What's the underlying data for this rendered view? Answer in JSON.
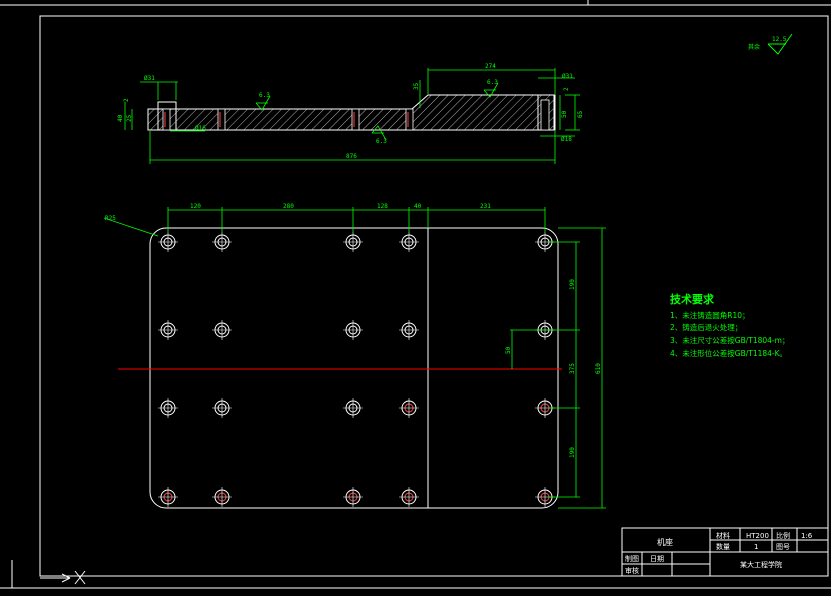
{
  "top_view": {
    "dims": {
      "d31_left": "Ø31",
      "d16": "Ø16",
      "h2_left": "2",
      "h40": "40",
      "h25": "25",
      "d274": "274",
      "d31_right": "Ø31",
      "h2_right": "2",
      "h35": "35",
      "h65": "65",
      "h50": "50",
      "d18": "Ø18",
      "d876": "876"
    },
    "roughness": [
      "6.3",
      "6.3",
      "6.3"
    ]
  },
  "plan_view": {
    "dims": {
      "r25": "R25",
      "w120": "120",
      "w280": "280",
      "w128": "128",
      "w40": "40",
      "w231": "231",
      "h190_top": "190",
      "h50": "50",
      "h375": "375",
      "h190_bottom": "190",
      "h610": "610"
    }
  },
  "surface_finish": {
    "label": "其余",
    "value": "12.5"
  },
  "requirements": {
    "title": "技术要求",
    "items": [
      "1、未注铸造圆角R10；",
      "2、铸造后退火处理；",
      "3、未注尺寸公差按GB/T1804-m；",
      "4、未注形位公差按GB/T1184-K。"
    ]
  },
  "title_block": {
    "part_name": "机座",
    "material_label": "材料",
    "material": "HT200",
    "scale_label": "比例",
    "scale": "1:6",
    "quantity_label": "数量",
    "quantity": "1",
    "drawing_no_label": "图号",
    "designer_label": "制图",
    "checker_label": "审核",
    "date_label": "日期",
    "school": "某大工程学院"
  },
  "colors": {
    "background": "#000000",
    "outline": "#ffffff",
    "dimension": "#00ff00",
    "centerline": "#ff0000",
    "hatch": "#ffffff",
    "counterbore": "#ff4040"
  }
}
